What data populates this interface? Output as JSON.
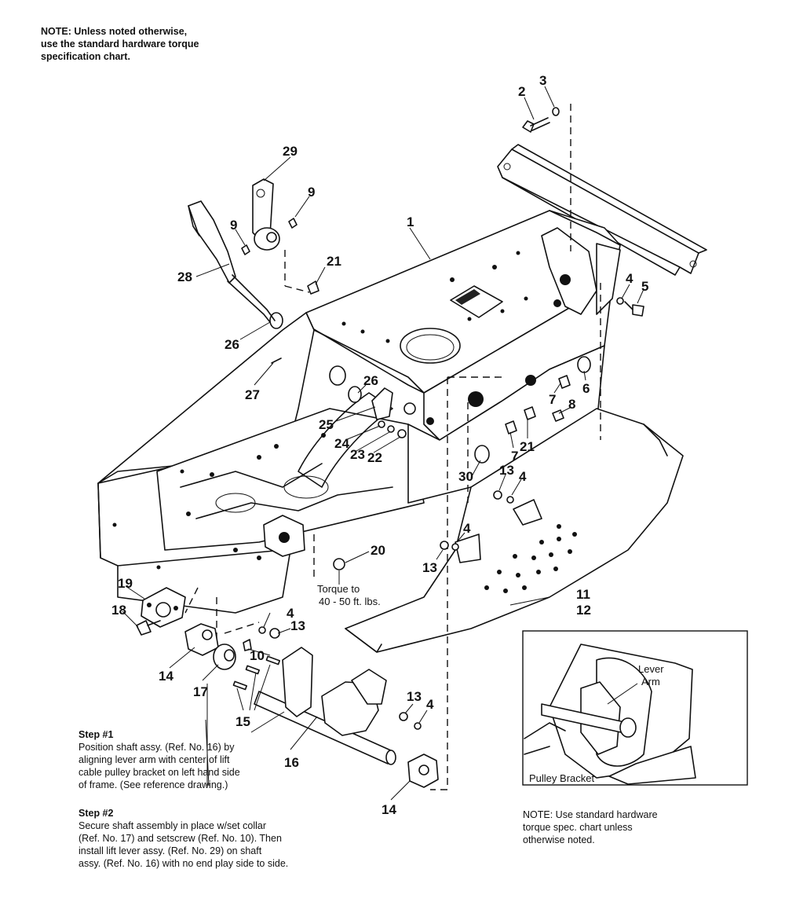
{
  "notes": {
    "top": [
      "NOTE: Unless noted otherwise,",
      "use the standard hardware torque",
      "specification chart."
    ],
    "bottom": [
      "NOTE: Use standard hardware",
      "torque spec. chart unless",
      "otherwise noted."
    ]
  },
  "torque_note": [
    "Torque to",
    "40 - 50 ft. lbs."
  ],
  "steps": [
    {
      "title": "Step #1",
      "lines": [
        "Position shaft assy. (Ref. No. 16) by",
        "aligning lever arm with center of lift",
        "cable pulley bracket on left hand side",
        "of frame. (See reference drawing.)"
      ]
    },
    {
      "title": "Step #2",
      "lines": [
        "Secure shaft assembly in place w/set collar",
        "(Ref. No. 17) and setscrew (Ref. No. 10). Then",
        "install lift lever assy. (Ref. No. 29) on shaft",
        "assy. (Ref. No. 16) with no end play side to side."
      ]
    }
  ],
  "inset": {
    "lever_arm_label": [
      "Lever",
      "Arm"
    ],
    "pulley_bracket_label": "Pulley Bracket"
  },
  "callouts": {
    "c1": "1",
    "c2": "2",
    "c3": "3",
    "c4a": "4",
    "c4b": "4",
    "c4c": "4",
    "c4d": "4",
    "c4e": "4",
    "c5": "5",
    "c6": "6",
    "c7a": "7",
    "c7b": "7",
    "c8": "8",
    "c9a": "9",
    "c9b": "9",
    "c10": "10",
    "c11": "11",
    "c12": "12",
    "c13a": "13",
    "c13b": "13",
    "c13c": "13",
    "c13d": "13",
    "c14a": "14",
    "c14b": "14",
    "c15": "15",
    "c16": "16",
    "c17": "17",
    "c18": "18",
    "c19": "19",
    "c20": "20",
    "c21a": "21",
    "c21b": "21",
    "c22": "22",
    "c23": "23",
    "c24": "24",
    "c25": "25",
    "c26a": "26",
    "c26b": "26",
    "c27": "27",
    "c28": "28",
    "c29": "29",
    "c30": "30"
  }
}
